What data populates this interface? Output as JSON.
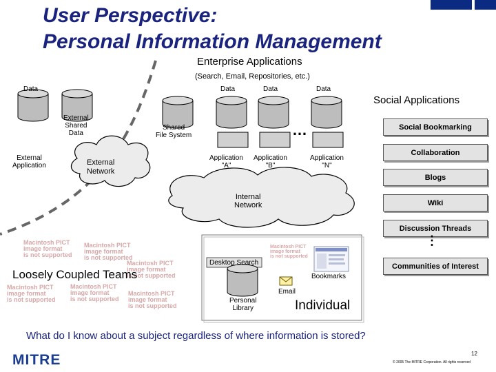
{
  "title": {
    "line1": "User Perspective:",
    "line2": "Personal Information Management"
  },
  "enterprise": {
    "heading": "Enterprise Applications",
    "subheading": "(Search, Email, Repositories, etc.)",
    "data_labels": [
      "Data",
      "Data",
      "Data",
      "Data"
    ],
    "shared_file_system": "Shared\nFile System",
    "external_shared_data": "External\nShared\nData",
    "external_application": "External\nApplication",
    "apps": [
      "Application\n\"A\"",
      "Application\n\"B\"",
      "Application\n\"N\""
    ],
    "ellipsis": "…"
  },
  "networks": {
    "external": "External\nNetwork",
    "internal": "Internal\nNetwork"
  },
  "social": {
    "heading": "Social Applications",
    "items": [
      "Social Bookmarking",
      "Collaboration",
      "Blogs",
      "Wiki",
      "Discussion Threads",
      "Communities of Interest"
    ],
    "ellipsis": "⋮"
  },
  "pict_placeholder": "Macintosh PICT\nimage format\nis not supported",
  "teams": {
    "label": "Loosely Coupled Teams"
  },
  "individual": {
    "label": "Individual",
    "desktop_search": "Desktop Search",
    "bookmarks": "Bookmarks",
    "email": "Email",
    "personal_library": "Personal\nLibrary"
  },
  "question": "What do I know about a subject regardless of where information is stored?",
  "footer": {
    "logo": "MITRE",
    "page": "12",
    "copyright": "© 2005 The MITRE Corporation. All rights reserved"
  },
  "colors": {
    "title": "#1a237e",
    "question": "#1a237e",
    "logo": "#1a3d8f",
    "accent_bar": "#0b2a82",
    "cloud_fill": "#ececec",
    "box_fill": "#e3e3e3",
    "pict": "#d9a7a7"
  }
}
